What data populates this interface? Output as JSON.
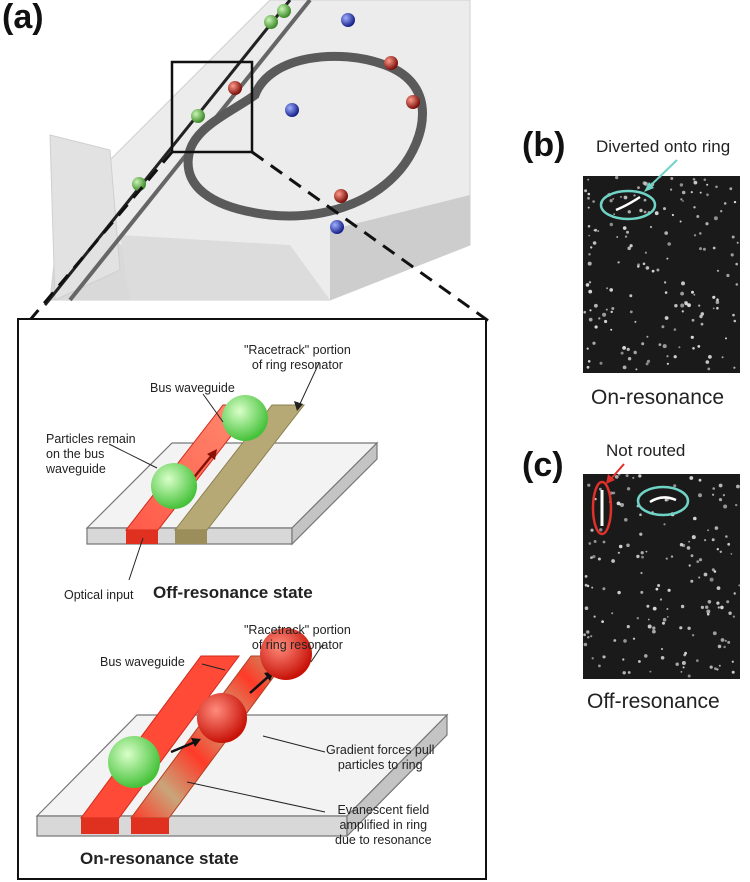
{
  "panel_labels": {
    "a": "(a)",
    "b": "(b)",
    "c": "(c)"
  },
  "inset": {
    "off_state": {
      "title": "Off-resonance state",
      "racetrack_label": "\"Racetrack\" portion\nof ring resonator",
      "bus_label": "Bus waveguide",
      "particles_label": "Particles remain\non the bus\nwaveguide",
      "optical_input_label": "Optical input"
    },
    "on_state": {
      "title": "On-resonance state",
      "racetrack_label": "\"Racetrack\" portion\nof ring resonator",
      "bus_label": "Bus waveguide",
      "gradient_label": "Gradient forces pull\nparticles to ring",
      "evanescent_label": "Evanescent field\namplified in ring\ndue to resonance"
    }
  },
  "panel_b": {
    "annotation": "Diverted onto ring",
    "caption": "On-resonance"
  },
  "panel_c": {
    "annotation": "Not routed",
    "caption": "Off-resonance"
  },
  "colors": {
    "green_particle": "#5fd65a",
    "red_particle": "#e8241c",
    "blue_particle": "#2a3fd6",
    "bus_waveguide": "#f2463a",
    "ring_waveguide": "#a89a62",
    "annotation_cyan": "#6fd3c6",
    "annotation_red": "#e0302a",
    "microscopy_bg": "#1a1a1a"
  }
}
